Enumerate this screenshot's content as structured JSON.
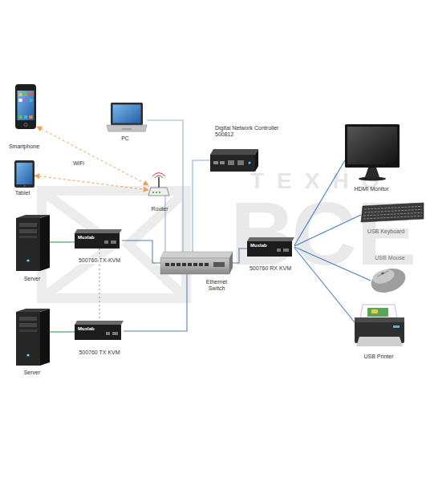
{
  "diagram": {
    "nodes": [
      {
        "text": [
          "Smartphone"
        ]
      },
      {
        "text": [
          "Tablet"
        ]
      },
      {
        "text": [
          "PC"
        ]
      },
      {
        "text": [
          "Router"
        ]
      },
      {
        "text": [
          "Digital Network Controller 500812"
        ]
      },
      {
        "text": [
          "HDMI Monitor"
        ]
      },
      {
        "text": [
          "USB Keyboard"
        ]
      },
      {
        "text": [
          "USB Mouse"
        ]
      },
      {
        "text": [
          "USB Printer"
        ]
      },
      {
        "text": [
          "Server"
        ]
      },
      {
        "text": [
          "500760-TX-KVM"
        ]
      },
      {
        "text": [
          "Ethernet Switch"
        ]
      },
      {
        "text": [
          "500760 RX KVM"
        ]
      },
      {
        "text": [
          "Server"
        ]
      },
      {
        "text": [
          "500760 TX KVM"
        ]
      }
    ],
    "edges": [
      {
        "from": 0,
        "to": 3,
        "arrow": "both"
      },
      {
        "from": 1,
        "to": 3,
        "arrow": "both"
      },
      {
        "from": 2,
        "to": 11,
        "arrow": "none"
      },
      {
        "from": 3,
        "to": 11,
        "arrow": "none"
      },
      {
        "from": 4,
        "to": 11,
        "arrow": "none"
      },
      {
        "from": 9,
        "to": 10,
        "arrow": "none"
      },
      {
        "from": 10,
        "to": 11,
        "arrow": "none"
      },
      {
        "from": 13,
        "to": 14,
        "arrow": "none"
      },
      {
        "from": 14,
        "to": 11,
        "arrow": "none"
      },
      {
        "from": 11,
        "to": 12,
        "arrow": "none"
      },
      {
        "from": 12,
        "to": 5,
        "arrow": "none"
      },
      {
        "from": 12,
        "to": 6,
        "arrow": "none"
      },
      {
        "from": 12,
        "to": 7,
        "arrow": "none"
      },
      {
        "from": 12,
        "to": 8,
        "arrow": "none"
      },
      {
        "from": 10,
        "to": 14,
        "arrow": "none"
      }
    ],
    "labels": [
      "WiFi",
      "ТЕХНО",
      "Muxlab",
      "ВСЕ",
      "Muxlab",
      "Muxlab"
    ]
  }
}
